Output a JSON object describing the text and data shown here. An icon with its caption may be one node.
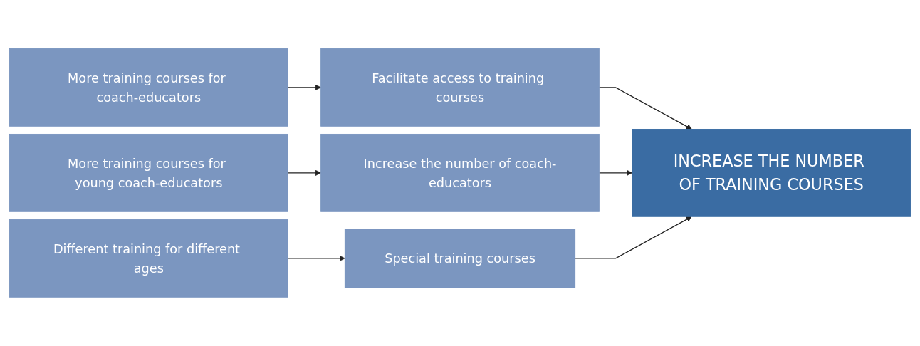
{
  "diagram": {
    "nodes": [
      {
        "text": [
          "More training courses for coach-educators"
        ]
      },
      {
        "text": [
          "More training courses for young coach-educators"
        ]
      },
      {
        "text": [
          "Different training for different ages"
        ]
      },
      {
        "text": [
          "Facilitate access to training courses"
        ]
      },
      {
        "text": [
          "Increase the number of coach-educators"
        ]
      },
      {
        "text": [
          "Special training courses"
        ]
      },
      {
        "text": [
          "INCREASE THE NUMBER OF TRAINING COURSES"
        ]
      }
    ],
    "edges": [
      {
        "from": 0,
        "to": 3,
        "arrow": "to"
      },
      {
        "from": 1,
        "to": 4,
        "arrow": "to"
      },
      {
        "from": 2,
        "to": 5,
        "arrow": "to"
      },
      {
        "from": 3,
        "to": 6,
        "arrow": "to"
      },
      {
        "from": 4,
        "to": 6,
        "arrow": "to"
      },
      {
        "from": 5,
        "to": 6,
        "arrow": "to"
      }
    ]
  }
}
